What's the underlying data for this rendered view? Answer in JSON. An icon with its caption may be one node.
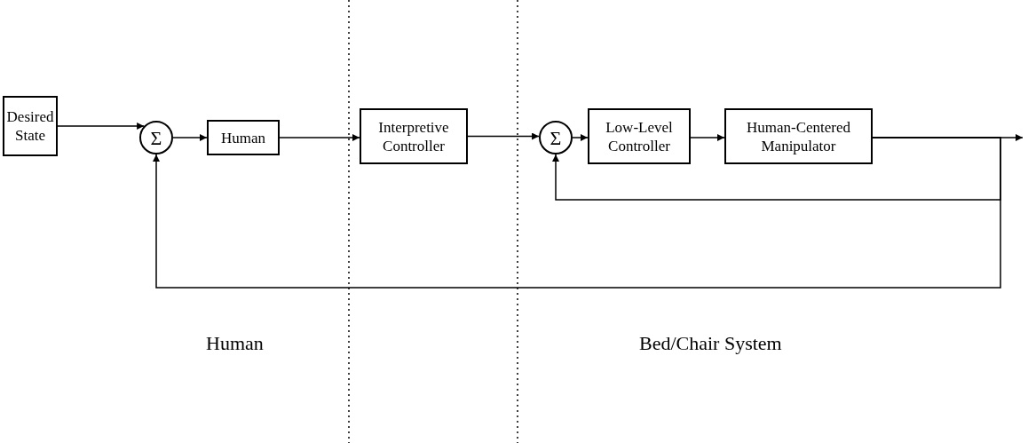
{
  "diagram": {
    "nodes": [
      {
        "text": [
          "Desired State"
        ]
      },
      {
        "text": [
          "Σ"
        ]
      },
      {
        "text": [
          "Human"
        ]
      },
      {
        "text": [
          "Interpretive Controller"
        ]
      },
      {
        "text": [
          "Σ"
        ]
      },
      {
        "text": [
          "Low-Level Controller"
        ]
      },
      {
        "text": [
          "Human-Centered Manipulator"
        ]
      }
    ],
    "edges": [
      {
        "from": 0,
        "to": 1,
        "arrow": "to"
      },
      {
        "from": 1,
        "to": 2,
        "arrow": "to"
      },
      {
        "from": 2,
        "to": 3,
        "arrow": "to"
      },
      {
        "from": 3,
        "to": 4,
        "arrow": "to"
      },
      {
        "from": 4,
        "to": 5,
        "arrow": "to"
      },
      {
        "from": 5,
        "to": 6,
        "arrow": "to"
      },
      {
        "from": 6,
        "to": null,
        "arrow": "to"
      },
      {
        "from": 6,
        "to": 4,
        "arrow": "to"
      },
      {
        "from": 6,
        "to": 1,
        "arrow": "to"
      }
    ],
    "labels": [
      "Human",
      "Bed/Chair System"
    ]
  }
}
